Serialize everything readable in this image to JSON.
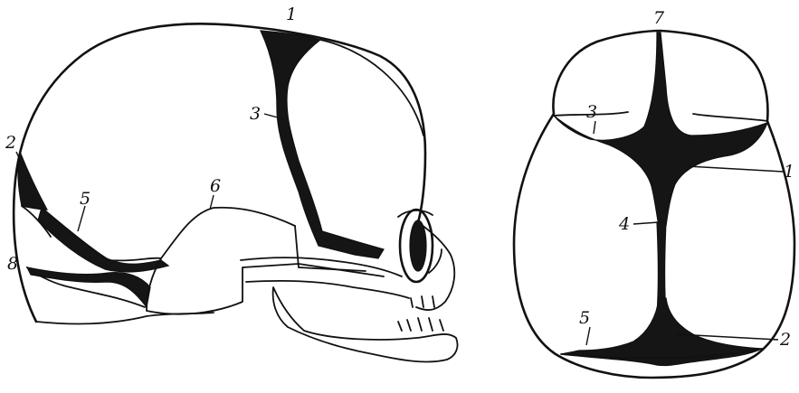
{
  "lateral_view": {
    "labels": [
      "1",
      "2",
      "3",
      "5",
      "6",
      "8"
    ]
  },
  "superior_view": {
    "labels": [
      "1",
      "2",
      "3",
      "4",
      "5",
      "7"
    ]
  },
  "colors": {
    "ink": "#111111",
    "background": "#ffffff"
  }
}
